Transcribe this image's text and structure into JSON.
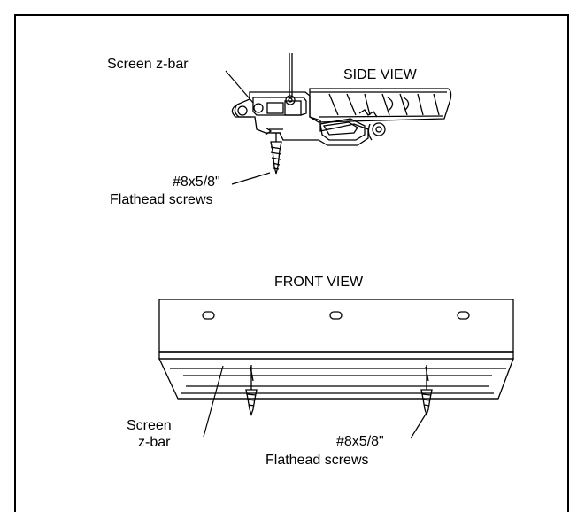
{
  "side_view": {
    "title": "SIDE VIEW",
    "zbar_label": "Screen z-bar",
    "screw_label_line1": "#8x5/8\"",
    "screw_label_line2": "Flathead screws"
  },
  "front_view": {
    "title": "FRONT VIEW",
    "zbar_label_line1": "Screen",
    "zbar_label_line2": "z-bar",
    "screw_label_line1": "#8x5/8\"",
    "screw_label_line2": "Flathead screws"
  }
}
